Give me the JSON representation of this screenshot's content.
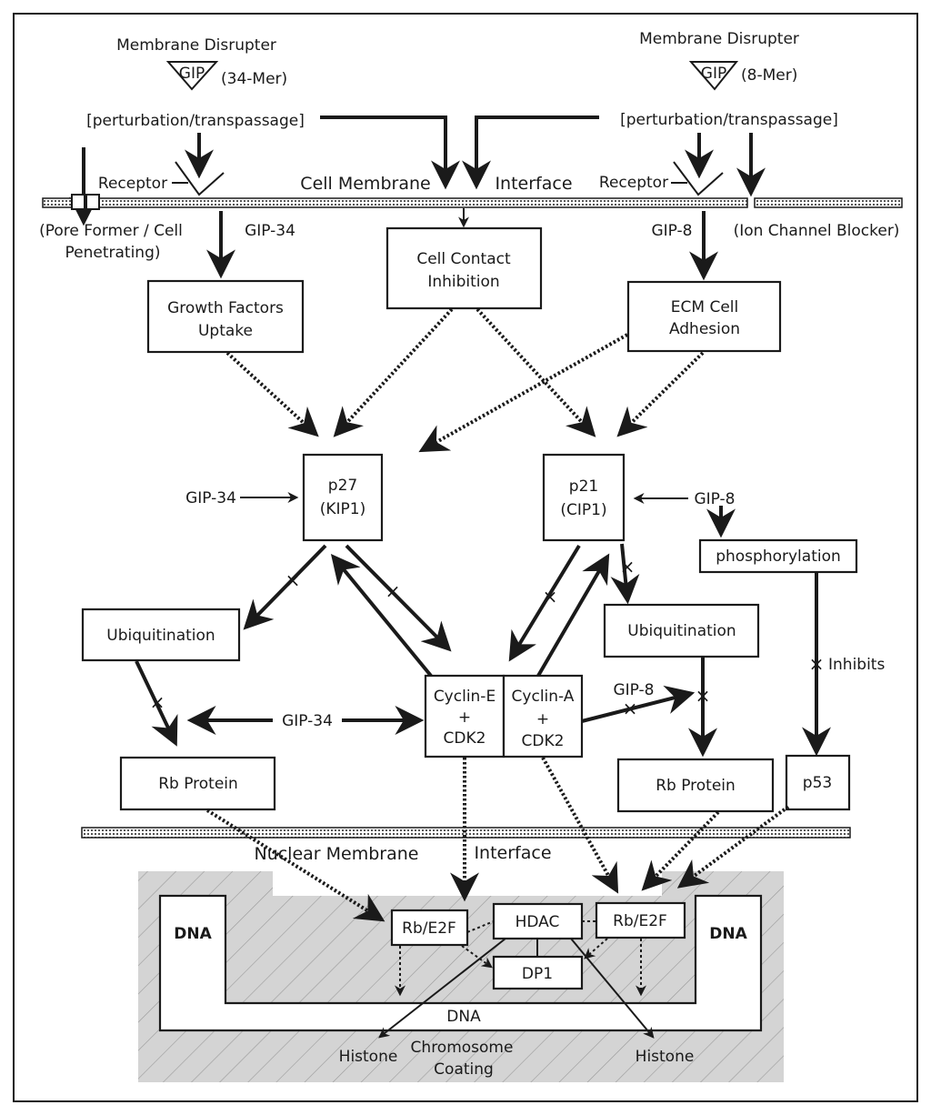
{
  "colors": {
    "ink": "#1a1a1a",
    "nucleus_fill": "#d4d4d4",
    "background": "#ffffff"
  },
  "top_left": {
    "title": "Membrane Disrupter",
    "gip": "GIP",
    "mer": "(34-Mer)",
    "perturb": "[perturbation/transpassage]"
  },
  "top_right": {
    "title": "Membrane Disrupter",
    "gip": "GIP",
    "mer": "(8-Mer)",
    "perturb": "[perturbation/transpassage]"
  },
  "membrane": {
    "cell_membrane": "Cell Membrane",
    "interface": "Interface",
    "receptor_left": "Receptor",
    "receptor_right": "Receptor",
    "pore_line1": "(Pore Former / Cell",
    "pore_line2": "Penetrating)",
    "ion_channel": "(Ion Channel Blocker)"
  },
  "labels": {
    "gip34": "GIP-34",
    "gip8": "GIP-8",
    "inhibits": "Inhibits"
  },
  "boxes": {
    "growth": [
      "Growth Factors",
      "Uptake"
    ],
    "contact": [
      "Cell Contact",
      "Inhibition"
    ],
    "ecm": [
      "ECM  Cell",
      "Adhesion"
    ],
    "p27": [
      "p27",
      "(KIP1)"
    ],
    "p21": [
      "p21",
      "(CIP1)"
    ],
    "phosph": "phosphorylation",
    "ubiq_left": "Ubiquitination",
    "ubiq_right": "Ubiquitination",
    "cyclin_e": [
      "Cyclin-E",
      "+",
      "CDK2"
    ],
    "cyclin_a": [
      "Cyclin-A",
      "+",
      "CDK2"
    ],
    "rb_left": "Rb Protein",
    "rb_right": "Rb Protein",
    "p53": "p53"
  },
  "nucleus": {
    "nuclear_membrane": "Nuclear Membrane",
    "interface": "Interface",
    "dna_left": "DNA",
    "dna_right": "DNA",
    "dna_bottom": "DNA",
    "rbe2f_left": "Rb/E2F",
    "rbe2f_right": "Rb/E2F",
    "hdac": "HDAC",
    "dp1": "DP1",
    "histone_left": "Histone",
    "histone_right": "Histone",
    "chromosome_line1": "Chromosome",
    "chromosome_line2": "Coating"
  }
}
